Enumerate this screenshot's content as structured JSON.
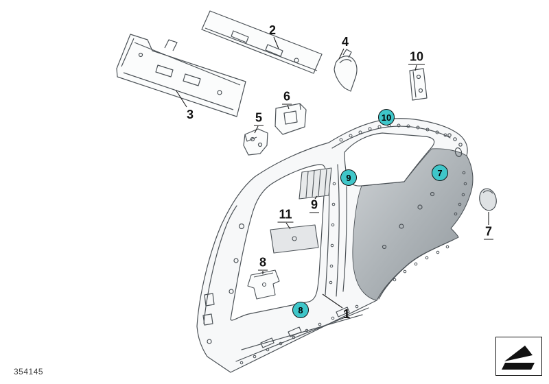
{
  "diagram": {
    "drawing_number": "354145",
    "highlight_color": "#3FC6C9",
    "plain_labels": [
      {
        "id": "1"
      },
      {
        "id": "2"
      },
      {
        "id": "3"
      },
      {
        "id": "4"
      },
      {
        "id": "5"
      },
      {
        "id": "6"
      },
      {
        "id": "7"
      },
      {
        "id": "8"
      },
      {
        "id": "9"
      },
      {
        "id": "10"
      },
      {
        "id": "11"
      }
    ],
    "highlighted_labels": [
      {
        "id": "7"
      },
      {
        "id": "8"
      },
      {
        "id": "9"
      },
      {
        "id": "10"
      }
    ]
  }
}
